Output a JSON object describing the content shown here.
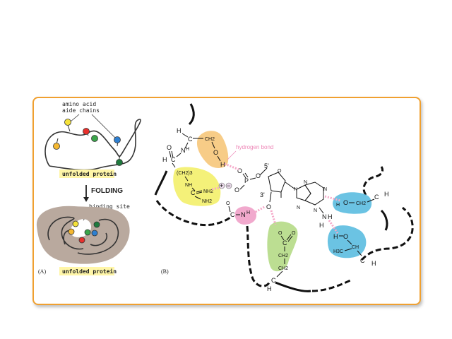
{
  "panel_a": {
    "label": "(A)",
    "amino_acid_label_line1": "amino  acid",
    "amino_acid_label_line2": "aide  chains",
    "unfolded_caption": "unfolded protein",
    "folding_label": "FOLDING",
    "binding_site_label": "binding site",
    "folded_caption": "unfolded protein"
  },
  "panel_b": {
    "label": "(B)",
    "hydrogen_bond_label": "hydrogen  bond",
    "five_prime": "5'",
    "three_prime": "3'",
    "ch2_3": "(CH2)3",
    "nh": "NH",
    "nh2": "NH2",
    "h": "H",
    "c": "C",
    "o": "O",
    "n": "N",
    "p": "P",
    "ch2": "CH2",
    "h3c": "H3C",
    "ch": "CH",
    "plus": "+",
    "minus": "−"
  },
  "colors": {
    "frame": "#f0a030",
    "caption_highlight": "#fff6a8",
    "orange_group": "#f6c77a",
    "yellow_group": "#f3f06a",
    "pink_group": "#f0a0c8",
    "green_group": "#b8dc8c",
    "blue_group": "#5bbde0",
    "folded_protein": "#b9a99e",
    "hydrogen_bond": "#f5a8c8"
  }
}
